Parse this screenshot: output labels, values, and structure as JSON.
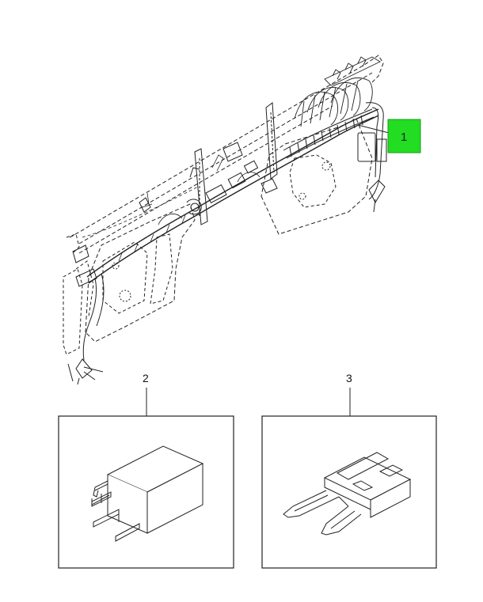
{
  "callouts": [
    {
      "id": "1",
      "label": "1",
      "highlighted": true
    },
    {
      "id": "2",
      "label": "2"
    },
    {
      "id": "3",
      "label": "3"
    }
  ],
  "colors": {
    "highlight": "#22dd22",
    "line": "#222222",
    "dash": "#444444"
  },
  "parts": [
    {
      "callout": "1",
      "depicts": "dashboard-wiring-harness"
    },
    {
      "callout": "2",
      "depicts": "relay"
    },
    {
      "callout": "3",
      "depicts": "blade-fuse"
    }
  ]
}
